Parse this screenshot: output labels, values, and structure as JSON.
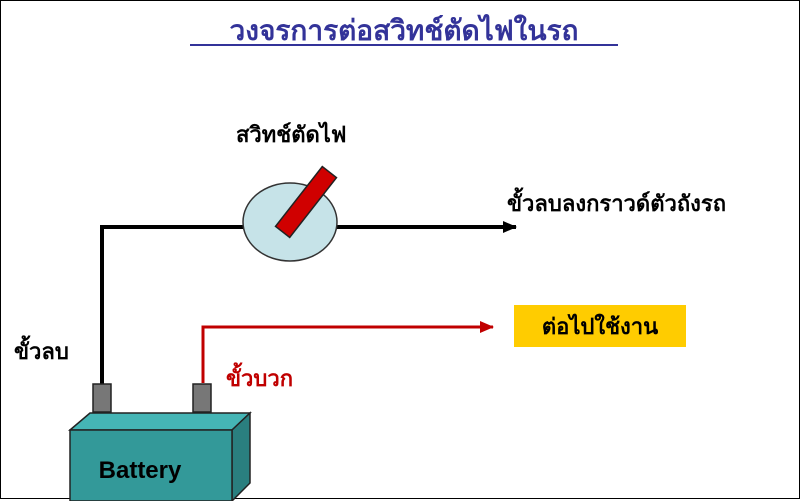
{
  "title": "วงจรการต่อสวิทช์ตัดไฟในรถ",
  "labels": {
    "switch": "สวิทช์ตัดไฟ",
    "ground": "ขั้วลบลงกราวด์ตัวถังรถ",
    "negative": "ขั้วลบ",
    "positive": "ขั้วบวก",
    "to_load": "ต่อไปใช้งาน",
    "battery": "Battery"
  },
  "colors": {
    "title": "#333399",
    "wire_negative": "#000000",
    "wire_positive": "#c00000",
    "switch_body": "#c6e3e8",
    "switch_lever": "#d00000",
    "battery_front": "#339999",
    "battery_top": "#45b5b5",
    "terminal": "#777777",
    "load_box": "#ffcc00"
  }
}
